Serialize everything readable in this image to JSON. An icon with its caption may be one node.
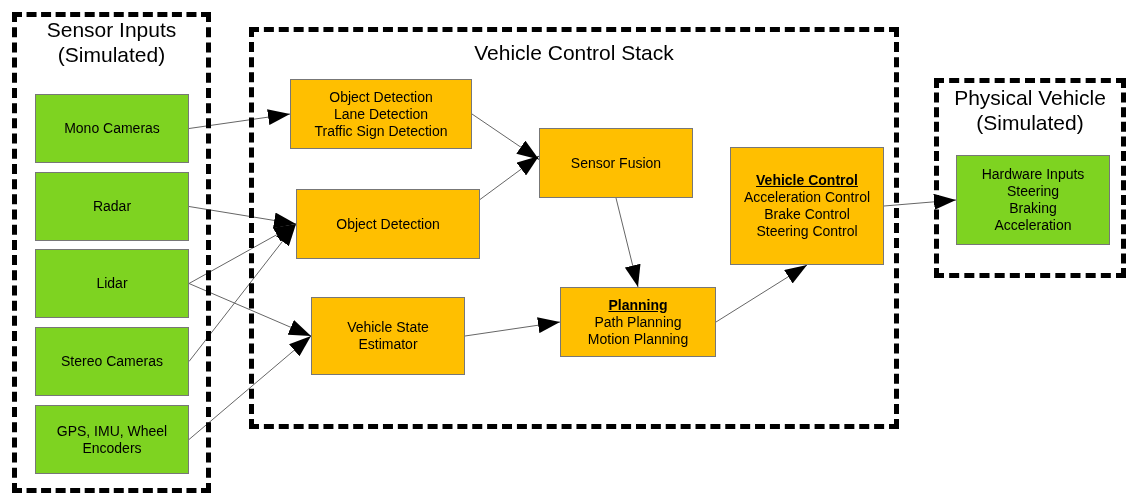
{
  "diagram": {
    "nodes": [
      {
        "text": [
          "Sensor Inputs (Simulated)"
        ]
      },
      {
        "text": [
          "Mono Cameras"
        ],
        "in": 0
      },
      {
        "text": [
          "Radar"
        ],
        "in": 0
      },
      {
        "text": [
          "Lidar"
        ],
        "in": 0
      },
      {
        "text": [
          "Stereo Cameras"
        ],
        "in": 0
      },
      {
        "text": [
          "GPS, IMU, Wheel Encoders"
        ],
        "in": 0
      },
      {
        "text": [
          "Vehicle Control Stack"
        ]
      },
      {
        "text": [
          "Object Detection",
          "Lane Detection",
          "Traffic Sign Detection"
        ],
        "in": 6
      },
      {
        "text": [
          "Object Detection"
        ],
        "in": 6
      },
      {
        "text": [
          "Sensor Fusion"
        ],
        "in": 6
      },
      {
        "text": [
          "Vehicle State Estimator"
        ],
        "in": 6
      },
      {
        "text": [
          "Planning",
          "Path Planning",
          "Motion Planning"
        ],
        "in": 6
      },
      {
        "text": [
          "Vehicle Control",
          "Acceleration Control",
          "Brake Control",
          "Steering Control"
        ],
        "in": 6
      },
      {
        "text": [
          "Physical Vehicle (Simulated)"
        ]
      },
      {
        "text": [
          "Hardware Inputs",
          "Steering",
          "Braking",
          "Acceleration"
        ],
        "in": 13
      }
    ],
    "edges": [
      {
        "from": 1,
        "to": 7,
        "arrow": "to"
      },
      {
        "from": 2,
        "to": 8,
        "arrow": "to"
      },
      {
        "from": 3,
        "to": 8,
        "arrow": "to"
      },
      {
        "from": 3,
        "to": 10,
        "arrow": "to"
      },
      {
        "from": 4,
        "to": 8,
        "arrow": "to"
      },
      {
        "from": 5,
        "to": 10,
        "arrow": "to"
      },
      {
        "from": 7,
        "to": 9,
        "arrow": "to"
      },
      {
        "from": 8,
        "to": 9,
        "arrow": "to"
      },
      {
        "from": 9,
        "to": 11,
        "arrow": "to"
      },
      {
        "from": 10,
        "to": 11,
        "arrow": "to"
      },
      {
        "from": 11,
        "to": 12,
        "arrow": "to"
      },
      {
        "from": 12,
        "to": 14,
        "arrow": "to"
      }
    ]
  }
}
